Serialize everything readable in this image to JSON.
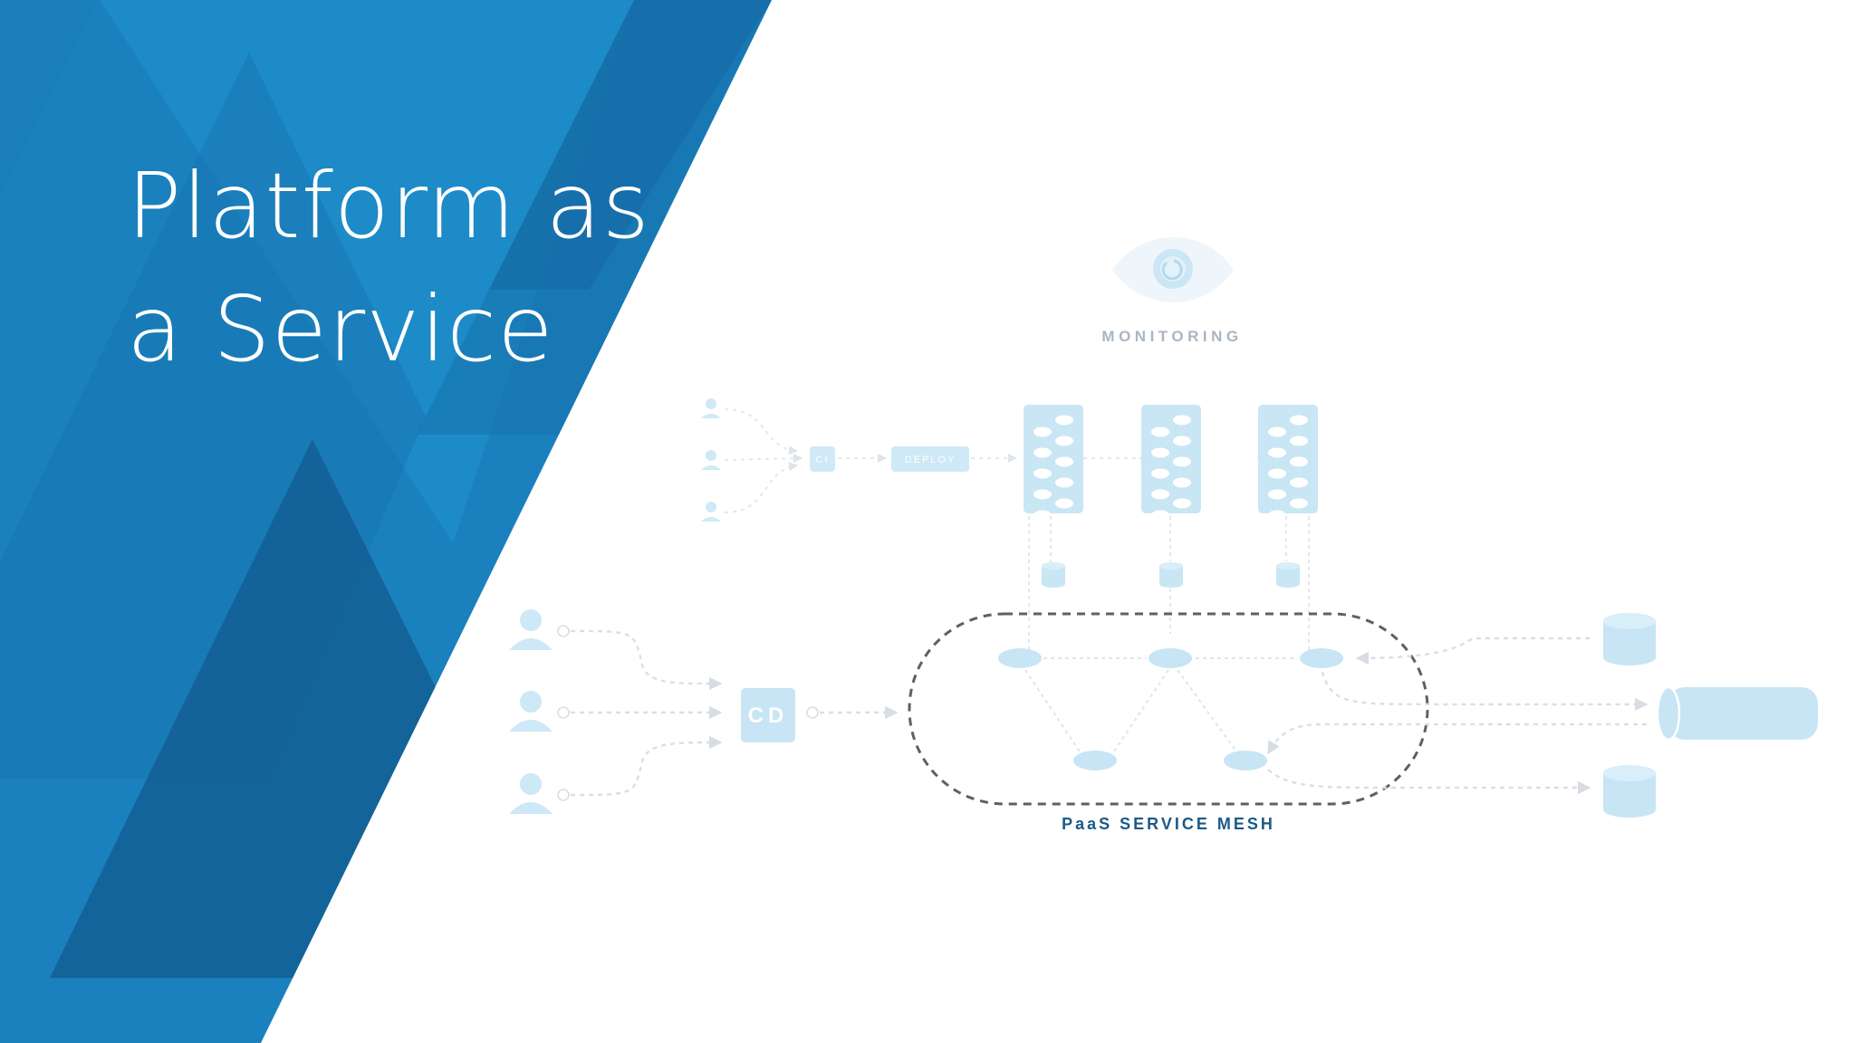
{
  "slide": {
    "title_line1": "Platform as",
    "title_line2": "a Service"
  },
  "diagram": {
    "monitoring_label": "MONITORING",
    "ci_label": "CI",
    "deploy_label": "DEPLOY",
    "cd_label": "CD",
    "mesh_label": "PaaS SERVICE MESH"
  },
  "colors": {
    "panel_blue": "#1a7fbd",
    "panel_dark": "#135f93",
    "node_fill": "#c7e5f4",
    "mesh_dash": "#595f66",
    "mesh_label": "#1b5a86",
    "monitor_label": "#aab6c1"
  }
}
